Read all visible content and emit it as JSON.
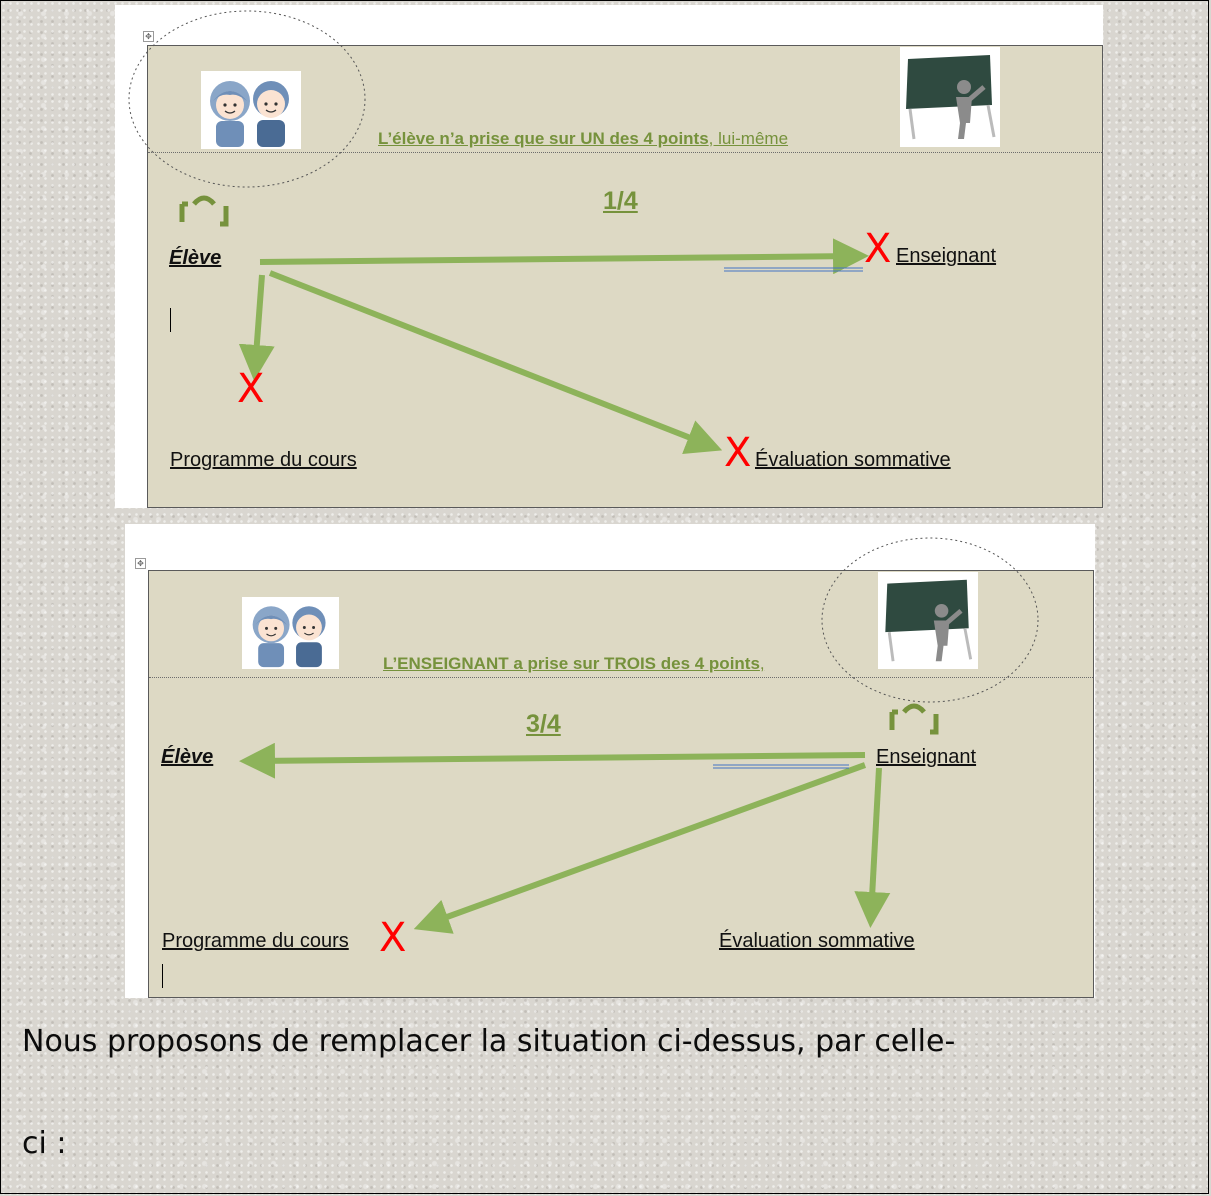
{
  "diagram1": {
    "caption_bold": "L’élève n’a prise que sur UN des 4 points",
    "caption_rest": ", lui-même",
    "fraction": "1/4",
    "eleve": "Élève",
    "enseignant": "Enseignant",
    "programme": "Programme du cours",
    "evaluation": "Évaluation sommative",
    "x_mark": "X"
  },
  "diagram2": {
    "caption_bold": "L’ENSEIGNANT a prise sur TROIS des 4 points",
    "caption_rest": ",",
    "fraction": "3/4",
    "eleve": "Élève",
    "enseignant": "Enseignant",
    "programme": "Programme du cours",
    "evaluation": "Évaluation sommative",
    "x_mark": "X"
  },
  "paragraph": {
    "line1": "Nous  proposons  de  remplacer  la  situation  ci-dessus,  par  celle-",
    "line2": "ci  :"
  },
  "colors": {
    "arrow_green": "#8db35a",
    "accent_green": "#76923c",
    "x_red": "#ff0000",
    "panel_tan": "#ddd9c4"
  },
  "icons": [
    "table-move-icon",
    "children-icon",
    "teacher-blackboard-icon",
    "headphones-icon"
  ]
}
